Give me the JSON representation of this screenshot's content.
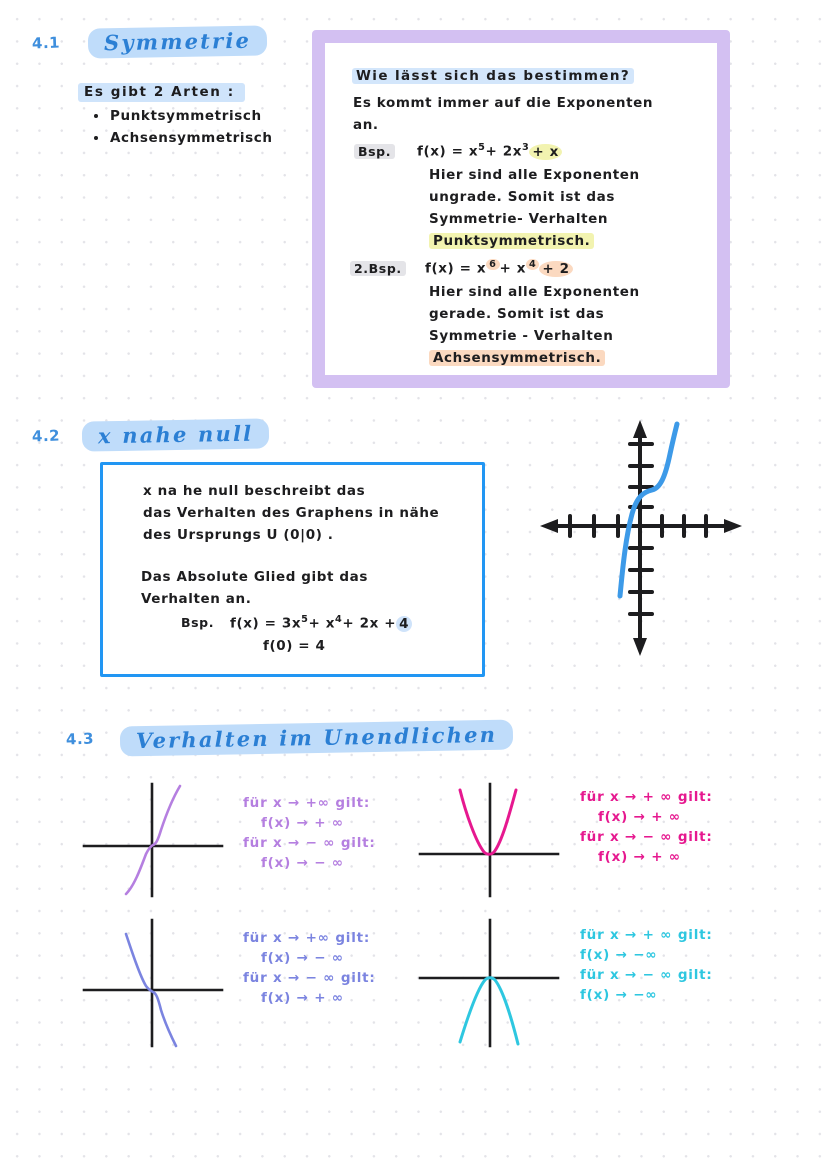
{
  "sections": [
    {
      "number": "4.1",
      "title": "Symmetrie"
    },
    {
      "number": "4.2",
      "title": "x nahe null"
    },
    {
      "number": "4.3",
      "title": "Verhalten im Unendlichen"
    }
  ],
  "symmetry": {
    "lead": "Es gibt    2 Arten :",
    "bullets": [
      "Punktsymmetrisch",
      "Achsensymmetrisch"
    ],
    "box": {
      "heading": "Wie lässt sich das bestimmen?",
      "intro_line1": "Es kommt  immer   auf   die Exponenten",
      "intro_line2": "an.",
      "example1": {
        "label": "Bsp.",
        "formula_prefix": "f(x) =  x",
        "formula_exp1": "5",
        "formula_mid": "+ 2x",
        "formula_exp2": "3",
        "formula_suffix": "+ x",
        "explain_line1": "Hier sind alle Exponenten",
        "explain_line2": "ungrade. Somit  ist  das",
        "explain_line3": "Symmetrie- Verhalten",
        "result": "Punktsymmetrisch."
      },
      "example2": {
        "label": "2.Bsp.",
        "formula_prefix": "f(x) = x",
        "formula_exp1": "6",
        "formula_mid": "+ x",
        "formula_exp2": "4",
        "formula_suffix": "+ 2",
        "explain_line1": "Hier  sind  alle  Exponenten",
        "explain_line2": "gerade. Somit  ist  das",
        "explain_line3": "Symmetrie - Verhalten",
        "result": "Achsensymmetrisch."
      }
    }
  },
  "x_nahe_null": {
    "box": {
      "line1": "x na he   null   beschreibt   das",
      "line2": "das  Verhalten   des Graphens  in  nähe",
      "line3": "des  Ursprungs   U (0|0) .",
      "line4": "Das   Absolute  Glied     gibt  das",
      "line5": "Verhalten   an.",
      "example_label": "Bsp.",
      "example_formula_prefix": "f(x) =  3x",
      "example_exp1": "5",
      "example_mid": "+ x",
      "example_exp2": "4",
      "example_suffix": "+ 2x +",
      "example_highlight": "4",
      "example_value": "f(0) = 4"
    }
  },
  "infinity": {
    "cases": [
      {
        "name": "odd-positive-leading",
        "color": "#b57fe0",
        "lines": [
          "für x → +∞ gilt:",
          "f(x) → + ∞",
          "für x → − ∞  gilt:",
          "f(x) → − ∞"
        ]
      },
      {
        "name": "even-positive-leading",
        "color": "#e6188f",
        "lines": [
          "für x → + ∞  gilt:",
          "f(x) → + ∞",
          "für x → − ∞  gilt:",
          "f(x) → + ∞"
        ]
      },
      {
        "name": "odd-negative-leading",
        "color": "#7b84e0",
        "lines": [
          "für x → +∞  gilt:",
          "f(x) → − ∞",
          "für x → − ∞  gilt:",
          "f(x) → + ∞"
        ]
      },
      {
        "name": "even-negative-leading",
        "color": "#2ec7e0",
        "lines": [
          "für x → + ∞ gilt:",
          "f(x) → −∞",
          "für x → − ∞ gilt:",
          "f(x) → −∞"
        ]
      }
    ]
  },
  "chart_data": [
    {
      "type": "line",
      "name": "graph-x-nahe-null",
      "title": "",
      "description": "Kubische Funktion mit Sattelpunkt nahe Ursprung, steigend",
      "axis_arrows": [
        "up",
        "down",
        "left",
        "right"
      ],
      "x_ticks": [
        -3,
        -2,
        -1,
        1,
        2,
        3
      ],
      "y_ticks": [
        -3,
        -2,
        -1,
        1,
        2,
        3
      ],
      "series": [
        {
          "name": "f",
          "color": "#3d9ae8",
          "x": [
            -1.4,
            -1.2,
            -0.9,
            -0.6,
            -0.3,
            0.0,
            0.3,
            0.5,
            0.7,
            0.9
          ],
          "y": [
            -3.2,
            -2.0,
            -0.6,
            0.3,
            0.9,
            1.05,
            1.1,
            1.6,
            2.6,
            3.6
          ]
        }
      ]
    },
    {
      "type": "line",
      "name": "graph-odd-positive",
      "description": "x hoch 3, von links unten nach rechts oben",
      "series": [
        {
          "name": "f",
          "color": "#b57fe0",
          "x": [
            -1.5,
            -1.0,
            -0.5,
            0,
            0.5,
            1.0,
            1.5
          ],
          "y": [
            -3.4,
            -1.0,
            -0.12,
            0,
            0.12,
            1.0,
            3.4
          ]
        }
      ]
    },
    {
      "type": "line",
      "name": "graph-even-positive",
      "description": "Parabel nach oben geöffnet",
      "series": [
        {
          "name": "f",
          "color": "#e6188f",
          "x": [
            -1.4,
            -1.0,
            -0.5,
            0,
            0.5,
            1.0,
            1.4
          ],
          "y": [
            3.4,
            1.7,
            0.42,
            0,
            0.42,
            1.7,
            3.4
          ]
        }
      ]
    },
    {
      "type": "line",
      "name": "graph-odd-negative",
      "description": "minus x hoch 3, von links oben nach rechts unten",
      "series": [
        {
          "name": "f",
          "color": "#7b84e0",
          "x": [
            -1.5,
            -1.0,
            -0.5,
            0,
            0.5,
            1.0,
            1.5
          ],
          "y": [
            3.4,
            1.0,
            0.12,
            0,
            -0.12,
            -1.0,
            -3.4
          ]
        }
      ]
    },
    {
      "type": "line",
      "name": "graph-even-negative",
      "description": "Parabel nach unten geöffnet",
      "series": [
        {
          "name": "f",
          "color": "#2ec7e0",
          "x": [
            -1.4,
            -1.0,
            -0.5,
            0,
            0.5,
            1.0,
            1.4
          ],
          "y": [
            -3.4,
            -1.7,
            -0.42,
            0,
            -0.42,
            -1.7,
            -3.4
          ]
        }
      ]
    }
  ]
}
